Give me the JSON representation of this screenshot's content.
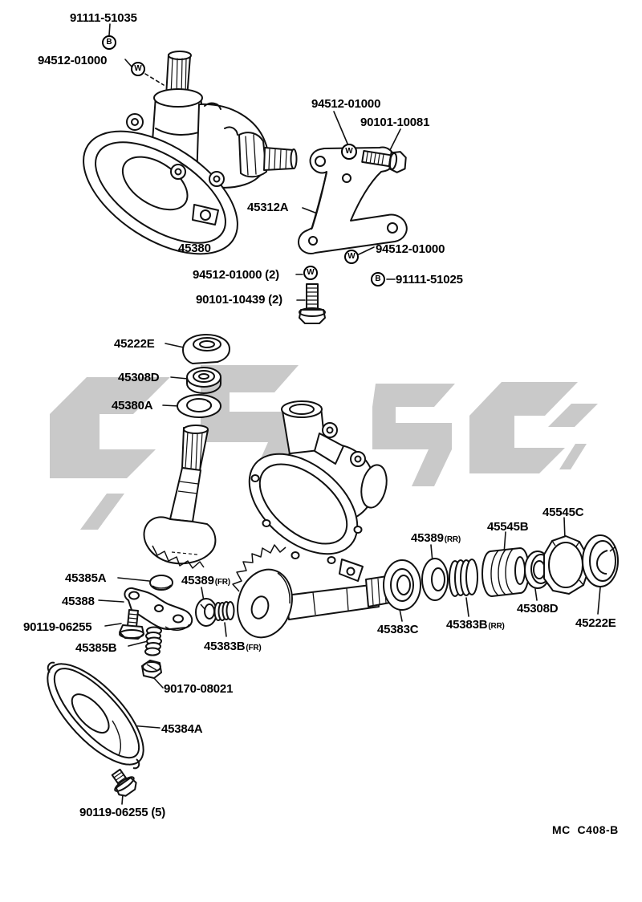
{
  "diagram": {
    "description": "Front steering gear and link exploded parts diagram",
    "footer_code": "MC  C408-B",
    "watermark_color": "#c9c9c9",
    "line_color": "#111111",
    "symbols": {
      "washer": "W",
      "bolt": "B"
    },
    "callouts": {
      "c91111_51035": {
        "text": "91111-51035"
      },
      "c94512_01000_top": {
        "text": "94512-01000"
      },
      "c94512_01000_mid": {
        "text": "94512-01000"
      },
      "c90101_10081": {
        "text": "90101-10081"
      },
      "c45312a": {
        "text": "45312A"
      },
      "c45380": {
        "text": "45380"
      },
      "c94512_01000_qty2": {
        "text": "94512-01000 (2)"
      },
      "c94512_01000_right": {
        "text": "94512-01000"
      },
      "c91111_51025": {
        "text": "91111-51025"
      },
      "c90101_10439_qty2": {
        "text": "90101-10439 (2)"
      },
      "c45222e_upper": {
        "text": "45222E"
      },
      "c45308d_upper": {
        "text": "45308D"
      },
      "c45380a": {
        "text": "45380A"
      },
      "c45545c": {
        "text": "45545C"
      },
      "c45545b": {
        "text": "45545B"
      },
      "c45389_rr": {
        "text": "45389",
        "suffix": "(RR)"
      },
      "c45385a": {
        "text": "45385A"
      },
      "c45389_fr": {
        "text": "45389",
        "suffix": "(FR)"
      },
      "c45388": {
        "text": "45388"
      },
      "c90119_06255": {
        "text": "90119-06255"
      },
      "c45385b": {
        "text": "45385B"
      },
      "c45383b_fr": {
        "text": "45383B",
        "suffix": "(FR)"
      },
      "c45383c": {
        "text": "45383C"
      },
      "c45383b_rr": {
        "text": "45383B",
        "suffix": "(RR)"
      },
      "c45308d_lower": {
        "text": "45308D"
      },
      "c45222e_lower": {
        "text": "45222E"
      },
      "c90170_08021": {
        "text": "90170-08021"
      },
      "c45384a": {
        "text": "45384A"
      },
      "c90119_06255_qty5": {
        "text": "90119-06255 (5)"
      }
    }
  }
}
